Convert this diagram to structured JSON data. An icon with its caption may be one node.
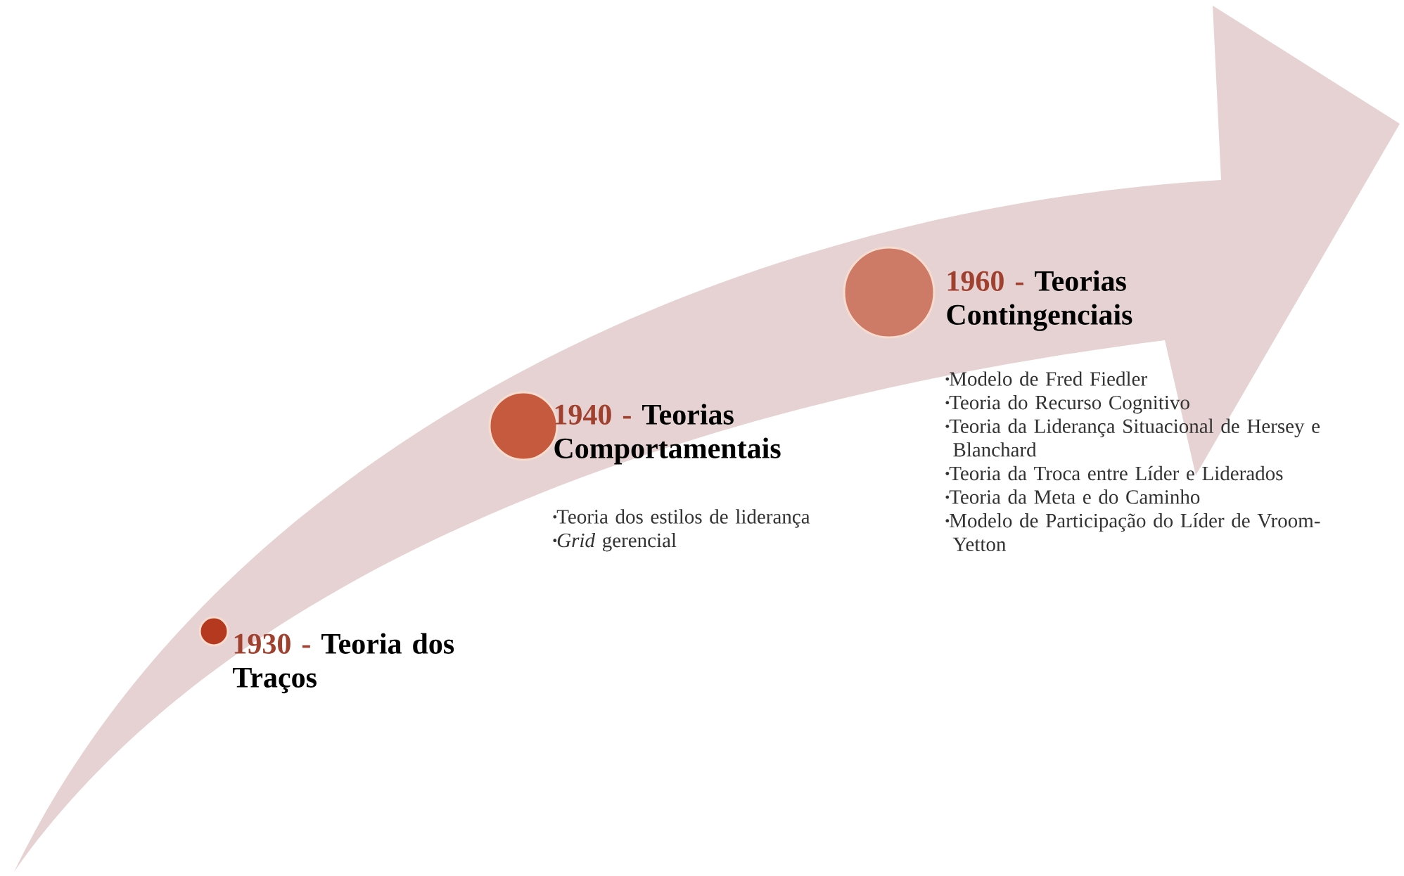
{
  "diagram": {
    "nodes": [
      {
        "text": [
          "1930 -",
          "Teoria dos Traços"
        ]
      },
      {
        "text": [
          "1940 -",
          "Teorias Comportamentais",
          "Teoria dos estilos de liderança",
          "*Grid* gerencial"
        ]
      },
      {
        "text": [
          "1960 -",
          "Teorias Contingenciais",
          "Modelo de Fred Fiedler",
          "Teoria do Recurso Cognitivo",
          "Teoria da Liderança Situacional de Hersey e Blanchard",
          "Teoria da Troca entre Líder e Liderados",
          "Teoria da Meta e do Caminho",
          "Modelo de Participação do Líder de Vroom-Yetton"
        ]
      }
    ]
  }
}
